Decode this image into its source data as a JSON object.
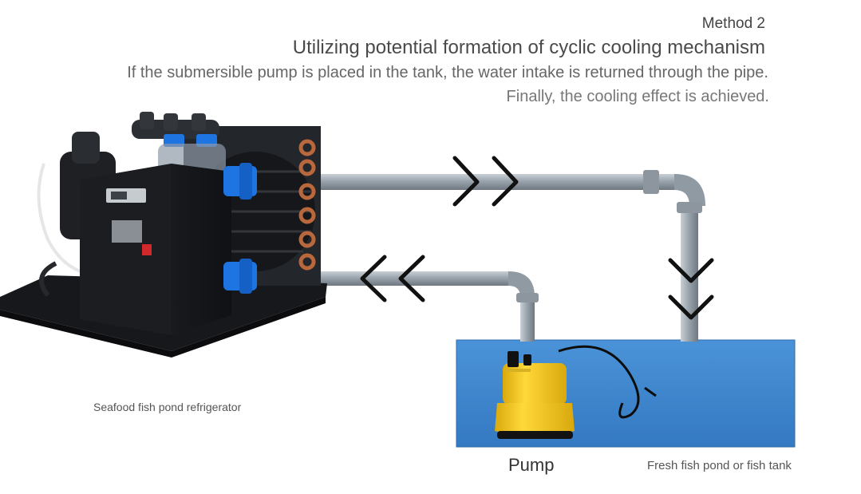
{
  "header": {
    "method": "Method 2",
    "headline": "Utilizing potential formation of cyclic cooling mechanism",
    "line1": "If the submersible pump is placed in the tank, the water intake is returned through the pipe.",
    "line2": "Finally, the cooling effect is achieved."
  },
  "labels": {
    "chiller": "Seafood fish pond refrigerator",
    "pump": "Pump",
    "tank": "Fresh fish pond or fish tank"
  },
  "colors": {
    "tank": "#3d86cf",
    "pipe": "#9aa4ad",
    "pump_body": "#f2c51a",
    "chiller_body": "#1d1f23",
    "fitting": "#1e74e0"
  }
}
